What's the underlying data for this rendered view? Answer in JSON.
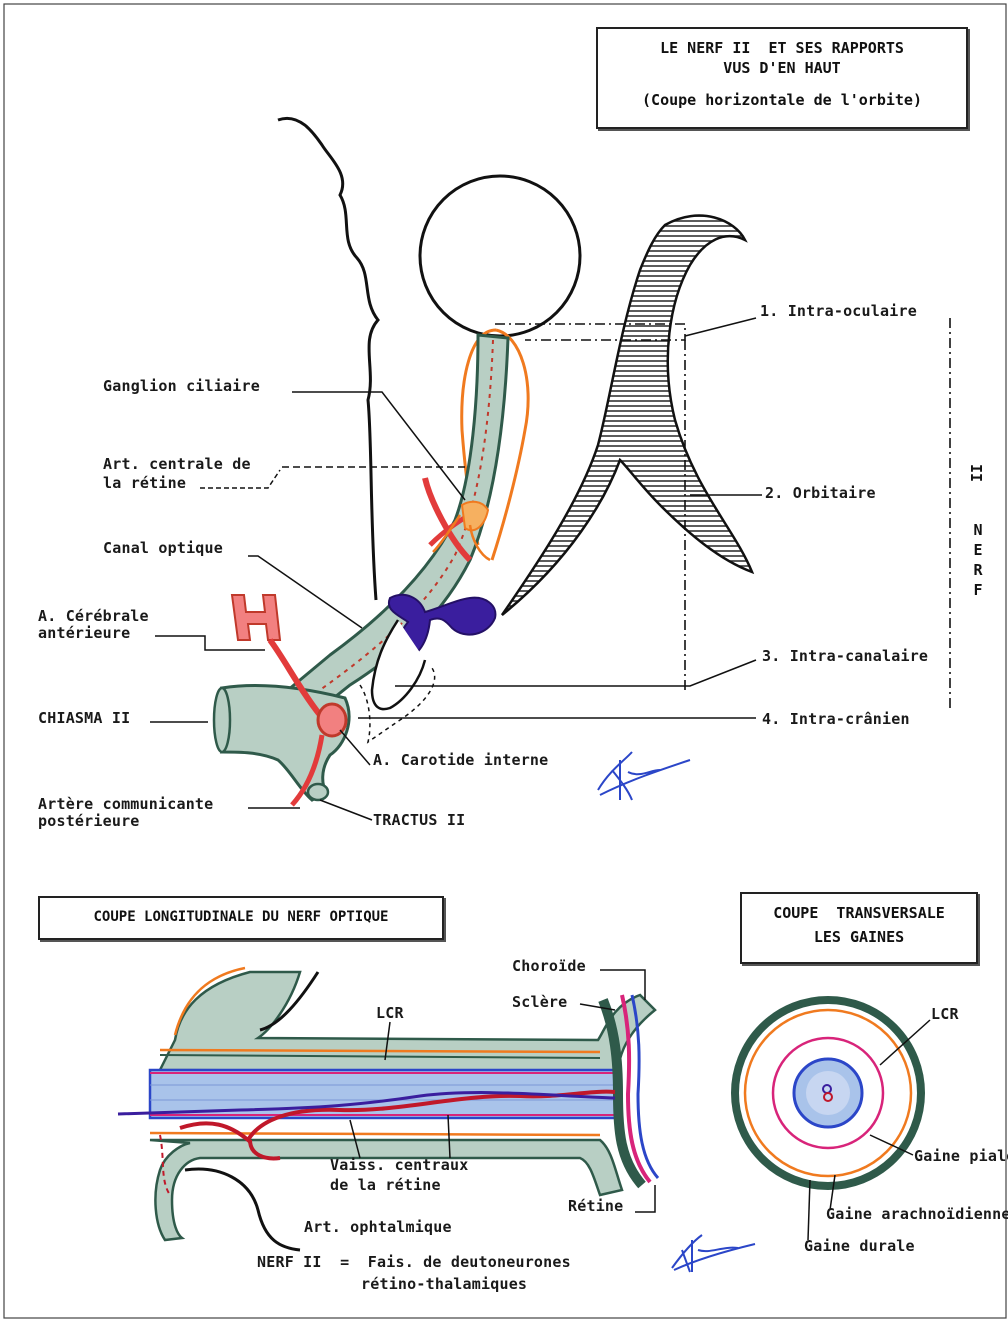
{
  "top_title": {
    "line1": "LE NERF II  ET SES RAPPORTS",
    "line2": "VUS D'EN HAUT",
    "line3": "(Coupe horizontale de l'orbite)"
  },
  "segments": {
    "s1": "1. Intra-oculaire",
    "s2": "2. Orbitaire",
    "s3": "3. Intra-canalaire",
    "s4": "4. Intra-crânien"
  },
  "side_label": {
    "roman": "II",
    "letters": [
      "N",
      "E",
      "R",
      "F"
    ]
  },
  "top_labels": {
    "ganglion": "Ganglion ciliaire",
    "art_centrale_1": "Art. centrale de",
    "art_centrale_2": "la rétine",
    "canal": "Canal optique",
    "cerebrale_1": "A. Cérébrale",
    "cerebrale_2": "antérieure",
    "chiasma": "CHIASMA II",
    "carotide": "A. Carotide interne",
    "communicante_1": "Artère communicante",
    "communicante_2": "postérieure",
    "tractus": "TRACTUS II"
  },
  "longitudinal": {
    "title": "COUPE LONGITUDINALE DU NERF OPTIQUE",
    "choroide": "Choroïde",
    "sclere": "Sclère",
    "lcr": "LCR",
    "vaiss_1": "Vaiss. centraux",
    "vaiss_2": "de la rétine",
    "retine": "Rétine",
    "art_ophtalmique": "Art. ophtalmique",
    "formula_1": "NERF II  =  Fais. de deutoneurones",
    "formula_2": "rétino-thalamiques"
  },
  "transverse": {
    "title_1": "COUPE  TRANSVERSALE",
    "title_2": "LES GAINES",
    "lcr": "LCR",
    "piale": "Gaine piale",
    "arachnoidienne": "Gaine arachnoïdienne",
    "durale": "Gaine durale"
  },
  "colors": {
    "nerve": "#b8cfc4",
    "nerve_edge": "#2f5a4a",
    "artery": "#e23b3b",
    "vein": "#3a1e9e",
    "orange": "#f07a1f",
    "blue": "#2b46c8",
    "magenta": "#d8247a",
    "bone": "#3b3b3b"
  }
}
